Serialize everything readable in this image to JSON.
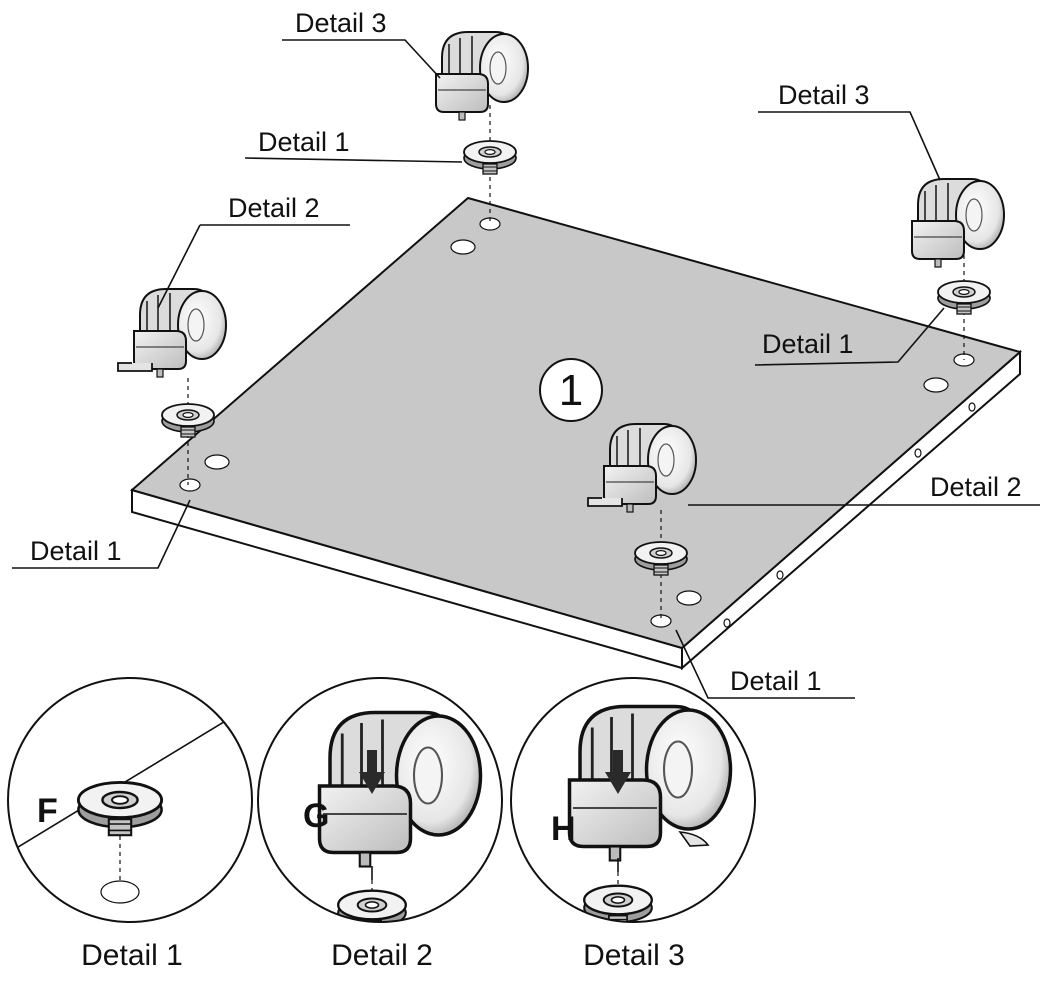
{
  "step": {
    "number": "1"
  },
  "callouts": {
    "top_caster": "Detail 3",
    "top_washer": "Detail 1",
    "right_caster": "Detail 3",
    "right_washer": "Detail 1",
    "left_caster": "Detail 2",
    "left_washer": "Detail 1",
    "center_caster": "Detail 2",
    "front_washer": "Detail 1"
  },
  "details": [
    {
      "letter": "F",
      "caption": "Detail 1"
    },
    {
      "letter": "G",
      "caption": "Detail 2"
    },
    {
      "letter": "H",
      "caption": "Detail 3"
    }
  ],
  "colors": {
    "panel_top": "#c8c8c8",
    "panel_edge": "#ffffff",
    "line": "#111111",
    "arrow": "#222222"
  }
}
